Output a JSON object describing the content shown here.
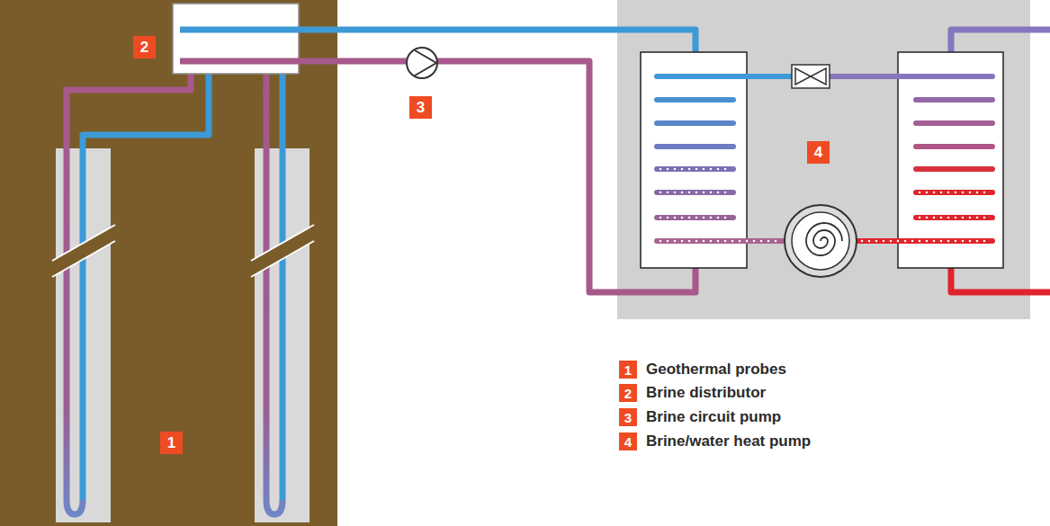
{
  "diagram": {
    "labels": [
      "2",
      "3",
      "4",
      "1",
      "1",
      "2",
      "3",
      "4"
    ],
    "legend": [
      {
        "text": "Geothermal probes"
      },
      {
        "text": "Brine distributor"
      },
      {
        "text": "Brine circuit pump"
      },
      {
        "text": "Brine/water heat pump"
      }
    ]
  }
}
